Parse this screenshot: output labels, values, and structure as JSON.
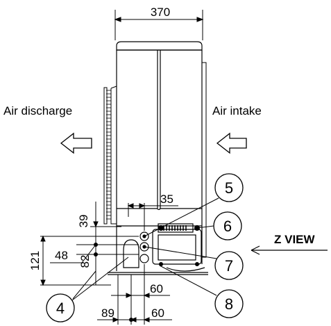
{
  "labels": {
    "air_discharge": "Air discharge",
    "air_intake": "Air intake",
    "z_view": "Z VIEW"
  },
  "dimensions": {
    "width_top": "370",
    "d35": "35",
    "d39": "39",
    "d48": "48",
    "d121": "121",
    "d82": "82",
    "d60_upper": "60",
    "d89": "89",
    "d60_lower": "60"
  },
  "callouts": {
    "c4": "4",
    "c5": "5",
    "c6": "6",
    "c7": "7",
    "c8": "8"
  }
}
